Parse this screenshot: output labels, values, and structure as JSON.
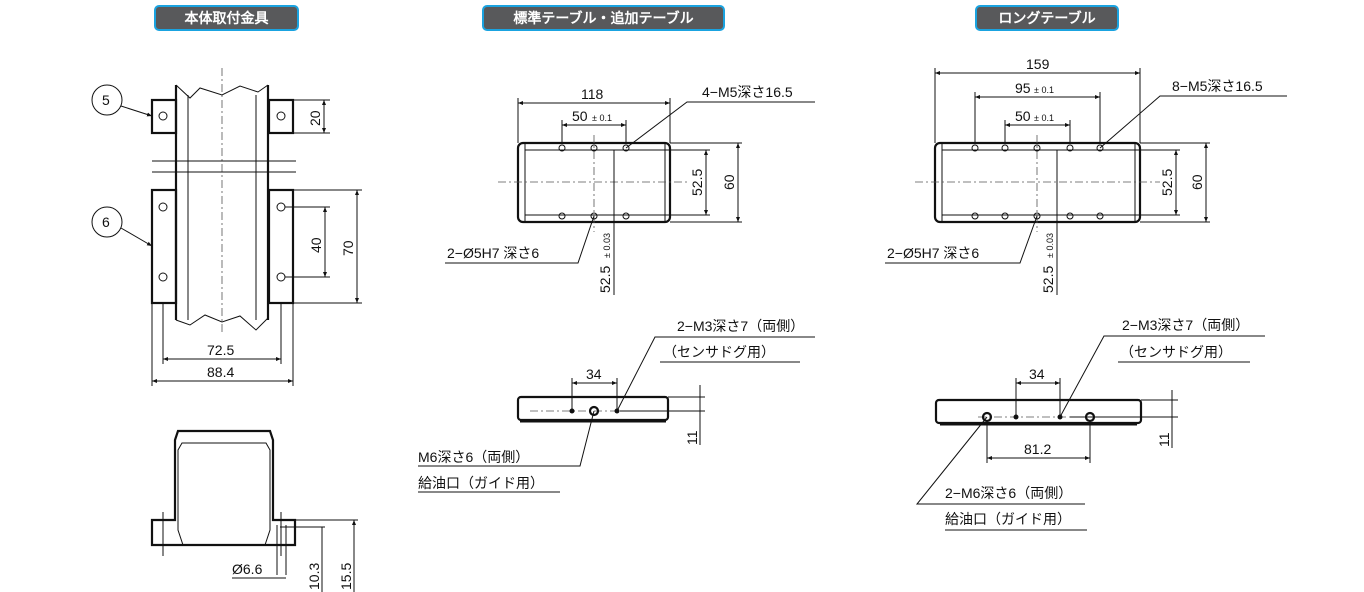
{
  "sections": {
    "mount": {
      "title": "本体取付金具",
      "callouts": [
        "5",
        "6"
      ],
      "dims": {
        "d20": "20",
        "d40": "40",
        "d70": "70",
        "d72": "72.5",
        "d88": "88.4",
        "d66": "Ø6.6",
        "d103": "10.3",
        "d155": "15.5"
      }
    },
    "standard": {
      "title": "標準テーブル・追加テーブル",
      "dims": {
        "w": "118",
        "p": "50",
        "ptol": "± 0.1",
        "h1": "52.5",
        "h2": "60",
        "v": "52.5",
        "vtol": "± 0.03",
        "s34": "34",
        "s11": "11"
      },
      "notes": {
        "m5": "4−M5深さ16.5",
        "pin": "2−Ø5H7 深さ6",
        "m3": "2−M3深さ7（両側）",
        "sensor": "（センサドグ用）",
        "m6": "M6深さ6（両側）",
        "oil": "給油口（ガイド用）"
      }
    },
    "long": {
      "title": "ロングテーブル",
      "dims": {
        "w": "159",
        "p95": "95",
        "p95tol": "± 0.1",
        "p": "50",
        "ptol": "± 0.1",
        "h1": "52.5",
        "h2": "60",
        "v": "52.5",
        "vtol": "± 0.03",
        "s34": "34",
        "s81": "81.2",
        "s11": "11"
      },
      "notes": {
        "m5": "8−M5深さ16.5",
        "pin": "2−Ø5H7 深さ6",
        "m3": "2−M3深さ7（両側）",
        "sensor": "（センサドグ用）",
        "m6": "2−M6深さ6（両側）",
        "oil": "給油口（ガイド用）"
      }
    }
  },
  "colors": {
    "header_bg": "#58595b",
    "header_border": "#1aa3e0"
  }
}
